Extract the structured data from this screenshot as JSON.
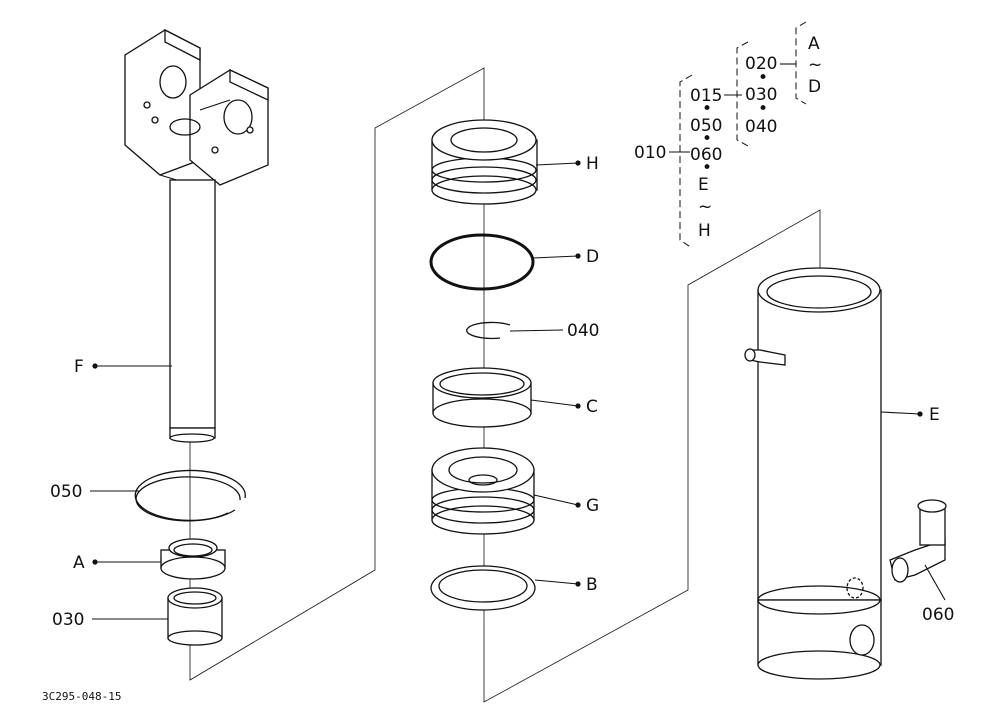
{
  "diagram_code": "3C295-048-15",
  "callouts": {
    "F": "F",
    "050": "050",
    "A": "A",
    "030": "030",
    "H": "H",
    "D": "D",
    "040": "040",
    "C": "C",
    "G": "G",
    "B": "B",
    "E": "E",
    "060": "060"
  },
  "legend": {
    "root": "010",
    "level1": [
      "015",
      "050",
      "060",
      "E",
      "~",
      "H"
    ],
    "level2": [
      "020",
      "030",
      "040"
    ],
    "level3": [
      "A",
      "~",
      "D"
    ],
    "dots": "•"
  }
}
